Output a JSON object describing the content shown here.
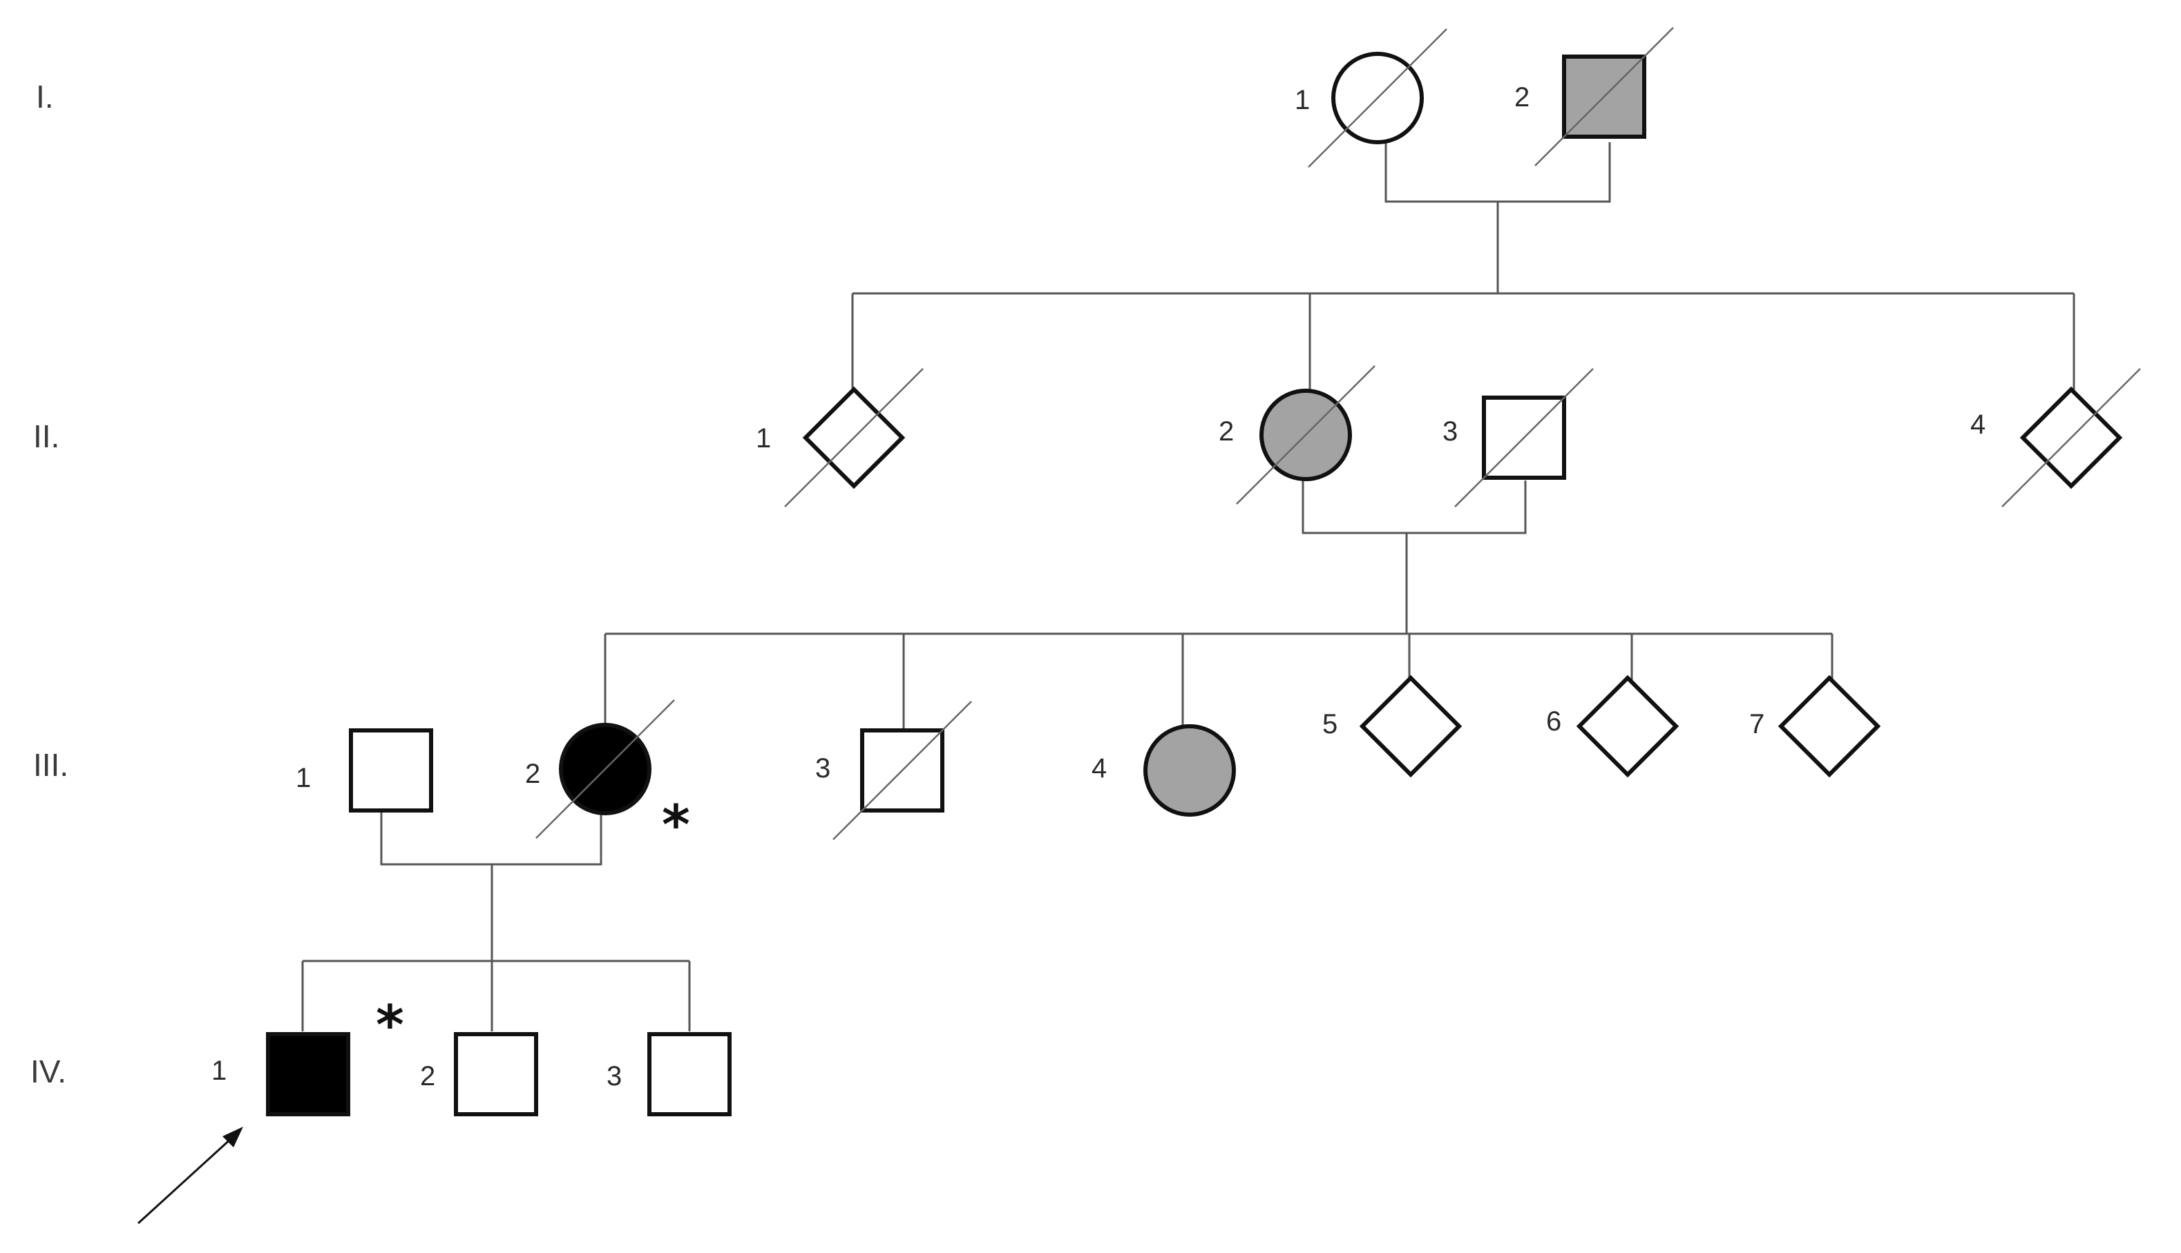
{
  "generations": [
    "I.",
    "II.",
    "III.",
    "IV."
  ],
  "colors": {
    "unaffected": "#ffffff",
    "affected": "#000000",
    "partial": "#a3a3a3"
  },
  "individuals": [
    {
      "id": "I-1",
      "label": "1",
      "sex": "female",
      "status": "unaffected",
      "deceased": true
    },
    {
      "id": "I-2",
      "label": "2",
      "sex": "male",
      "status": "partial",
      "deceased": true
    },
    {
      "id": "II-1",
      "label": "1",
      "sex": "unknown",
      "status": "unaffected",
      "deceased": true
    },
    {
      "id": "II-2",
      "label": "2",
      "sex": "female",
      "status": "partial",
      "deceased": true
    },
    {
      "id": "II-3",
      "label": "3",
      "sex": "male",
      "status": "unaffected",
      "deceased": true
    },
    {
      "id": "II-4",
      "label": "4",
      "sex": "unknown",
      "status": "unaffected",
      "deceased": true
    },
    {
      "id": "III-1",
      "label": "1",
      "sex": "male",
      "status": "unaffected",
      "deceased": false
    },
    {
      "id": "III-2",
      "label": "2",
      "sex": "female",
      "status": "affected",
      "deceased": true,
      "marker": "*"
    },
    {
      "id": "III-3",
      "label": "3",
      "sex": "male",
      "status": "unaffected",
      "deceased": true
    },
    {
      "id": "III-4",
      "label": "4",
      "sex": "female",
      "status": "partial",
      "deceased": false
    },
    {
      "id": "III-5",
      "label": "5",
      "sex": "unknown",
      "status": "unaffected",
      "deceased": false
    },
    {
      "id": "III-6",
      "label": "6",
      "sex": "unknown",
      "status": "unaffected",
      "deceased": false
    },
    {
      "id": "III-7",
      "label": "7",
      "sex": "unknown",
      "status": "unaffected",
      "deceased": false
    },
    {
      "id": "IV-1",
      "label": "1",
      "sex": "male",
      "status": "affected",
      "deceased": false,
      "marker": "*",
      "proband": true
    },
    {
      "id": "IV-2",
      "label": "2",
      "sex": "male",
      "status": "unaffected",
      "deceased": false
    },
    {
      "id": "IV-3",
      "label": "3",
      "sex": "male",
      "status": "unaffected",
      "deceased": false
    }
  ]
}
